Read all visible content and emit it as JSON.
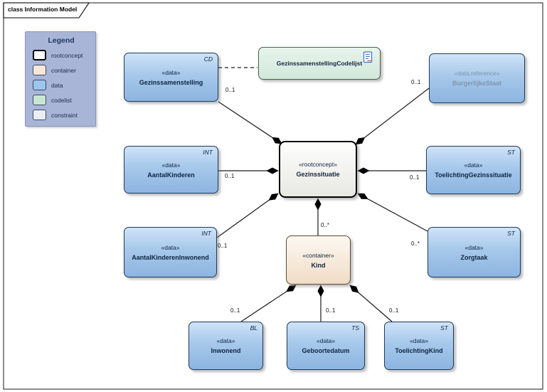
{
  "frame": {
    "title": "class Information Model"
  },
  "legend": {
    "title": "Legend",
    "items": [
      {
        "label": "rootconcept",
        "color": "#ffffff"
      },
      {
        "label": "container",
        "color": "#fbe7d8"
      },
      {
        "label": "data",
        "color": "#9dc5ee"
      },
      {
        "label": "codelist",
        "color": "#c9e6d4"
      },
      {
        "label": "constraint",
        "color": "#ebedf9"
      }
    ]
  },
  "nodes": {
    "gezinssamenstelling": {
      "stereotype": "«data»",
      "name": "Gezinssamenstelling",
      "tag": "CD"
    },
    "gezinssamenstellingcodelijst": {
      "name": "GezinssamenstellingCodelijst",
      "icon": "document-icon"
    },
    "burgerlijkestaat": {
      "stereotype": "«data,reference»",
      "name": "BurgerlijkeStaat"
    },
    "gezinssituatie": {
      "stereotype": "«rootconcept»",
      "name": "Gezinssituatie"
    },
    "aantalkinderen": {
      "stereotype": "«data»",
      "name": "AantalKinderen",
      "tag": "INT"
    },
    "toelichtinggezinssituatie": {
      "stereotype": "«data»",
      "name": "ToelichtingGezinssituatie",
      "tag": "ST"
    },
    "aantalkindereninwonend": {
      "stereotype": "«data»",
      "name": "AantalKinderenInwonend",
      "tag": "INT"
    },
    "zorgtaak": {
      "stereotype": "«data»",
      "name": "Zorgtaak",
      "tag": "ST"
    },
    "kind": {
      "stereotype": "«container»",
      "name": "Kind"
    },
    "inwonend": {
      "stereotype": "«data»",
      "name": "Inwonend",
      "tag": "BL"
    },
    "geboortedatum": {
      "stereotype": "«data»",
      "name": "Geboortedatum",
      "tag": "TS"
    },
    "toelichtingkind": {
      "stereotype": "«data»",
      "name": "ToelichtingKind",
      "tag": "ST"
    }
  },
  "multiplicities": [
    "0..1",
    "0..1",
    "0..1",
    "0..1",
    "0..1",
    "0..*",
    "0..*",
    "0..1",
    "0..1",
    "0..1"
  ],
  "colors": {
    "data_fill_top": "#cfe3f7",
    "data_fill_bottom": "#8db5e0",
    "data_border": "#1c3a5e",
    "rootconcept_fill": "#f6f6f3",
    "rootconcept_border": "#000000",
    "container_fill": "#f1dcc6",
    "codelist_fill": "#d9ece0",
    "legend_bg": "#a9b5d7",
    "muted_text": "#8294ad",
    "connector_line": "#1a1a1a"
  }
}
